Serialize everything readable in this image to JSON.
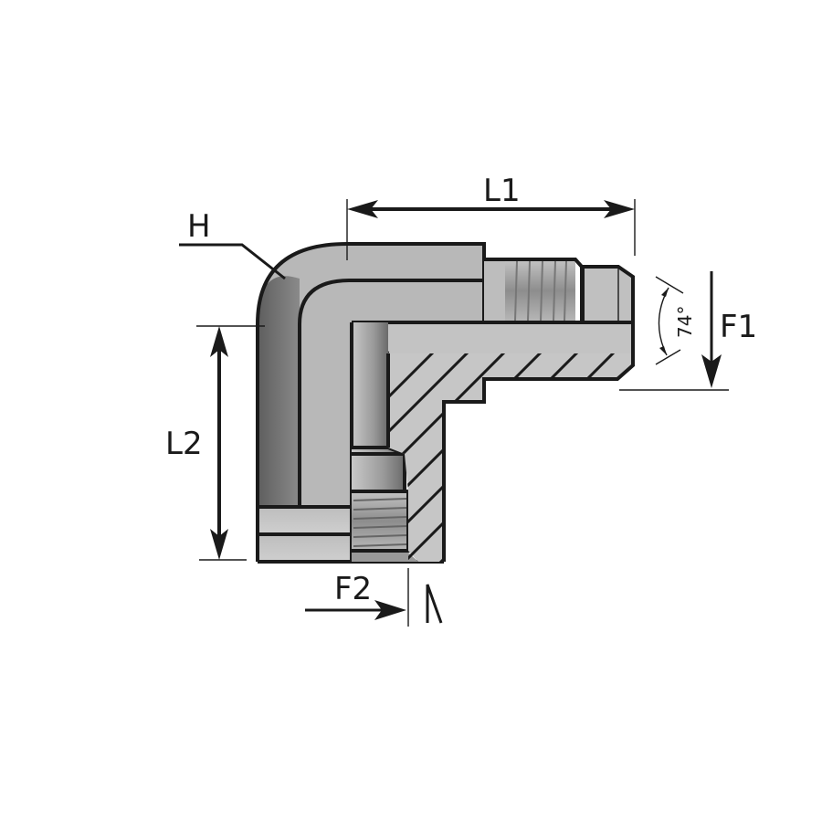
{
  "title": "90° elbow fitting dimension drawing",
  "labels": {
    "h": "H",
    "l1": "L1",
    "l2": "L2",
    "f1": "F1",
    "f2": "F2",
    "angle": "74°"
  },
  "colors": {
    "body": "#b9b9b9",
    "shadow": "#6b6b6b",
    "line": "#1a1a1a"
  }
}
